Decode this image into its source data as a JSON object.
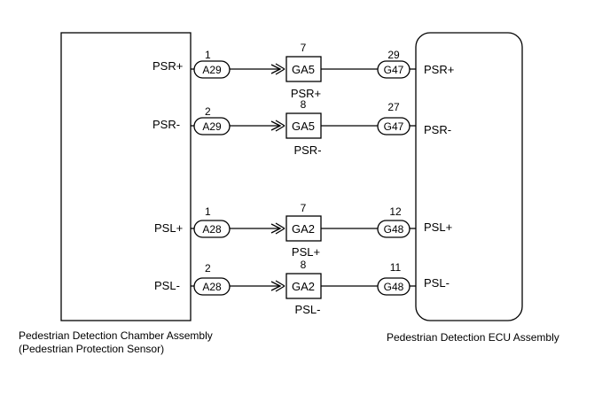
{
  "left_component": {
    "caption_line1": "Pedestrian Detection Chamber Assembly",
    "caption_line2": "(Pedestrian Protection Sensor)"
  },
  "right_component": {
    "caption": "Pedestrian Detection ECU Assembly"
  },
  "circuits": [
    {
      "left_label": "PSR+",
      "left_pin": "1",
      "left_conn": "A29",
      "junction_pin": "7",
      "junction": "GA5",
      "junction_label": "PSR+",
      "right_pin": "29",
      "right_conn": "G47",
      "right_label": "PSR+"
    },
    {
      "left_label": "PSR-",
      "left_pin": "2",
      "left_conn": "A29",
      "junction_pin": "8",
      "junction": "GA5",
      "junction_label": "PSR-",
      "right_pin": "27",
      "right_conn": "G47",
      "right_label": "PSR-"
    },
    {
      "left_label": "PSL+",
      "left_pin": "1",
      "left_conn": "A28",
      "junction_pin": "7",
      "junction": "GA2",
      "junction_label": "PSL+",
      "right_pin": "12",
      "right_conn": "G48",
      "right_label": "PSL+"
    },
    {
      "left_label": "PSL-",
      "left_pin": "2",
      "left_conn": "A28",
      "junction_pin": "8",
      "junction": "GA2",
      "junction_label": "PSL-",
      "right_pin": "11",
      "right_conn": "G48",
      "right_label": "PSL-"
    }
  ]
}
